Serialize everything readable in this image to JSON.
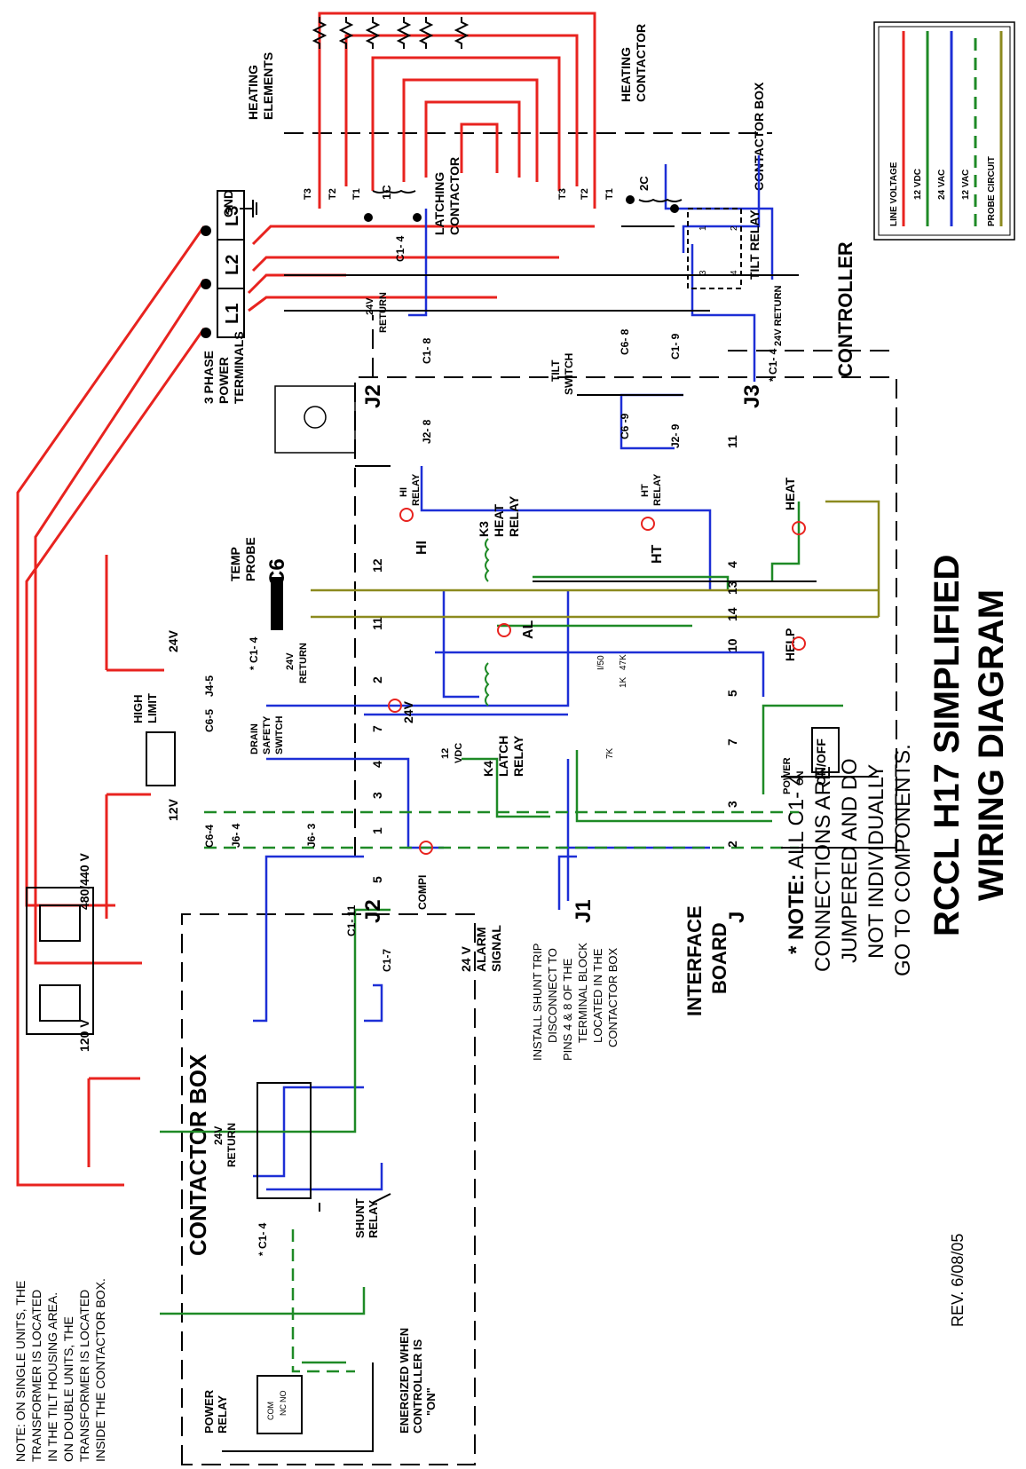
{
  "title": "RCCL H17 SIMPLIFIED WIRING DIAGRAM",
  "title_line1": "RCCL  H17 SIMPLIFIED",
  "title_line2": "WIRING DIAGRAM",
  "revision": "REV. 6/08/05",
  "note_transformer": [
    "NOTE:  ON SINGLE UNITS, THE",
    "TRANSFORMER IS LOCATED",
    "IN THE TILT HOUSING AREA.",
    "ON DOUBLE UNITS, THE",
    "TRANSFORMER IS LOCATED",
    "INSIDE THE CONTACTOR BOX."
  ],
  "note_c14": {
    "lead": "* NOTE:",
    "line1_rest": " ALL C1- 4",
    "lines": [
      "CONNECTIONS ARE",
      "JUMPERED AND DO",
      "NOT INDIVIDUALLY",
      "GO TO COMPONENTS."
    ]
  },
  "legend": {
    "colors": {
      "line_voltage": "#e8231f",
      "vdc12": "#1e8a26",
      "vac24": "#1d2fd6",
      "vac12": "#1e8a26",
      "probe": "#8c8a1f"
    },
    "items": [
      {
        "label": "LINE VOLTAGE",
        "color": "#e8231f",
        "dash": false
      },
      {
        "label": "12 VDC",
        "color": "#1e8a26",
        "dash": false
      },
      {
        "label": "24 VAC",
        "color": "#1d2fd6",
        "dash": false
      },
      {
        "label": "12 VAC",
        "color": "#1e8a26",
        "dash": true
      },
      {
        "label": "PROBE CIRCUIT",
        "color": "#8c8a1f",
        "dash": false
      }
    ]
  },
  "labels": {
    "heating_elements": [
      "HEATING",
      "ELEMENTS"
    ],
    "heating_contactor": [
      "HEATING",
      "CONTACTOR"
    ],
    "latching_contactor": [
      "LATCHING",
      "CONTACTOR"
    ],
    "contactor_box": "CONTACTOR BOX",
    "controller": "CONTROLLER",
    "tilt_relay": "TILT RELAY",
    "gnd": "GND",
    "three_phase": [
      "3 PHASE",
      "POWER",
      "TERMINALS"
    ],
    "l1": "L1",
    "l2": "L2",
    "l3": "L3",
    "c1_4": "C1- 4",
    "c1_4_star": "* C1- 4",
    "c1_4_box": "C1- 4",
    "ret24": [
      "24V",
      "RETURN"
    ],
    "ret24_inline": "24V RETURN",
    "temp_probe": [
      "TEMP",
      "PROBE"
    ],
    "c6": "C6",
    "hi_relay": [
      "HI",
      "RELAY"
    ],
    "ht_relay": [
      "HT",
      "RELAY"
    ],
    "hi": "HI",
    "ht": "HT",
    "k3": [
      "K3",
      "HEAT",
      "RELAY"
    ],
    "k4": [
      "K4",
      "LATCH",
      "RELAY"
    ],
    "j2": "J2",
    "j3": "J3",
    "j1": "J1",
    "j": "J",
    "tilt_switch": [
      "TILT",
      "SWITCH"
    ],
    "heat": "HEAT",
    "help": "HELP",
    "al": "AL",
    "v24": "24V",
    "v12": "12V",
    "vdc12": [
      "12",
      "VDC"
    ],
    "compi": "COMPI",
    "high_limit": [
      "HIGH",
      "LIMIT"
    ],
    "drain_safety": [
      "DRAIN",
      "SAFETY",
      "SWITCH"
    ],
    "power_on": [
      "POWER",
      "ON"
    ],
    "on_off": "ON/OFF",
    "interface_board": [
      "INTERFACE",
      "BOARD"
    ],
    "v480": "480/440 V",
    "v120": "120 V",
    "alarm": [
      "24 V",
      "ALARM",
      "SIGNAL"
    ],
    "shunt_note": [
      "INSTALL SHUNT TRIP",
      "DISCONNECT TO",
      "PINS 4 & 8 OF THE",
      "TERMINAL BLOCK",
      "LOCATED IN THE",
      "CONTACTOR BOX"
    ],
    "shunt_relay": [
      "SHUNT",
      "RELAY"
    ],
    "power_relay": [
      "POWER",
      "RELAY"
    ],
    "energized": [
      "ENERGIZED WHEN",
      "CONTROLLER IS",
      "\"ON\""
    ],
    "c1_11": "C1- 11",
    "c1_7": "C1-7",
    "c1_8": "C1- 8",
    "c1_9": "C1- 9",
    "c6_8": "C6- 8",
    "c6_9": "C6 -9",
    "c6_5": "C6-5",
    "c6_4": "C6-4",
    "j2_8": "J2- 8",
    "j2_9": "J2- 9",
    "j4_5": "J4-5",
    "j6_4": "J6- 4",
    "j6_3": "J6- 3",
    "latch_1c": "1C",
    "heat_2c": "2C",
    "t1": "T1",
    "t2": "T2",
    "t3": "T3",
    "r47k": "47K",
    "r1k": "1K",
    "r7k": "7K",
    "i50": "I/50",
    "com": "COM",
    "no": "NO",
    "nc": "NC"
  },
  "connector_pins": [
    "1",
    "2",
    "3",
    "4",
    "5",
    "7",
    "10",
    "11",
    "12",
    "13",
    "14"
  ],
  "j2_pins": [
    "12",
    "11",
    "2",
    "7",
    "4",
    "3",
    "1",
    "5"
  ],
  "j3_pins": [
    "11",
    "4",
    "13",
    "14",
    "10",
    "5",
    "7",
    "3",
    "2"
  ]
}
